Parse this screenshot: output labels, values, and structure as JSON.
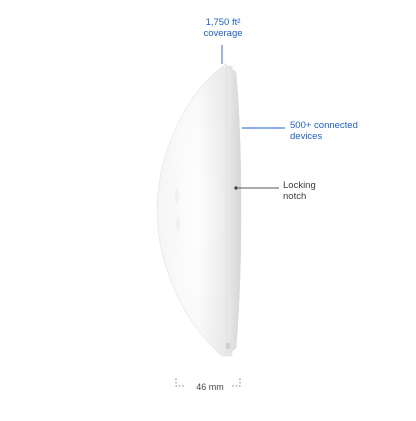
{
  "callouts": {
    "coverage": {
      "line1": "1,750 ft²",
      "line2": "coverage"
    },
    "devices": {
      "line1": "500+ connected",
      "line2": "devices"
    },
    "notch": {
      "line1": "Locking",
      "line2": "notch"
    },
    "width": "46 mm"
  },
  "colors": {
    "accent": "#1a5fd6",
    "text": "#3a3a3a",
    "device": "#ffffff"
  }
}
